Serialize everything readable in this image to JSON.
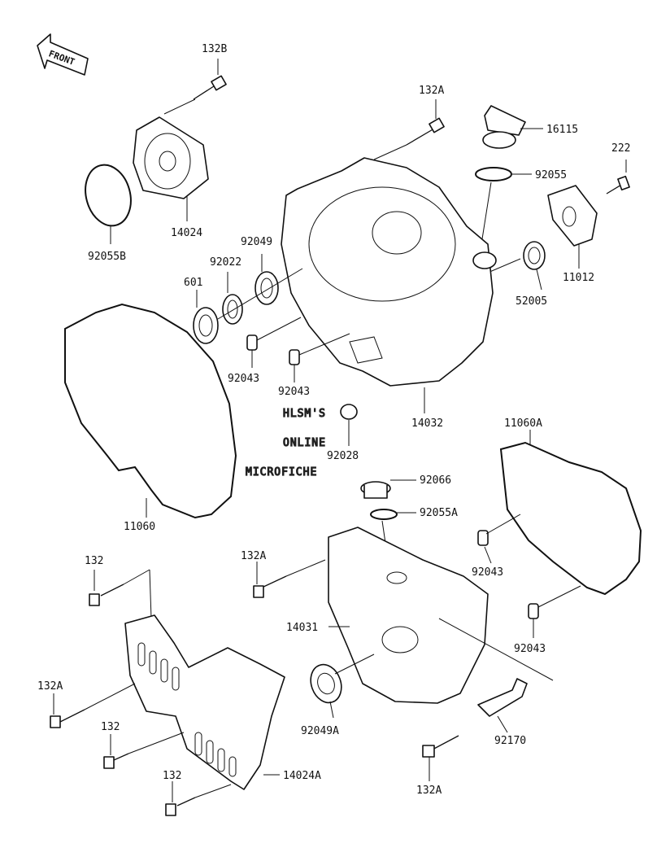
{
  "orientation": {
    "label": "FRONT",
    "icon": "front-arrow-icon"
  },
  "watermark": [
    "HLSM'S",
    "ONLINE",
    "MICROFICHE"
  ],
  "parts": [
    {
      "id": "132B",
      "label": "132B"
    },
    {
      "id": "14024",
      "label": "14024"
    },
    {
      "id": "92055B",
      "label": "92055B"
    },
    {
      "id": "132A-top",
      "label": "132A"
    },
    {
      "id": "16115",
      "label": "16115"
    },
    {
      "id": "92055",
      "label": "92055"
    },
    {
      "id": "222",
      "label": "222"
    },
    {
      "id": "11012",
      "label": "11012"
    },
    {
      "id": "52005",
      "label": "52005"
    },
    {
      "id": "92049",
      "label": "92049"
    },
    {
      "id": "92022",
      "label": "92022"
    },
    {
      "id": "601",
      "label": "601"
    },
    {
      "id": "92043-a",
      "label": "92043"
    },
    {
      "id": "92043-b",
      "label": "92043"
    },
    {
      "id": "14032",
      "label": "14032"
    },
    {
      "id": "92028",
      "label": "92028"
    },
    {
      "id": "11060A",
      "label": "11060A"
    },
    {
      "id": "92066",
      "label": "92066"
    },
    {
      "id": "92055A",
      "label": "92055A"
    },
    {
      "id": "11060",
      "label": "11060"
    },
    {
      "id": "132A-mid",
      "label": "132A"
    },
    {
      "id": "132-a",
      "label": "132"
    },
    {
      "id": "14031",
      "label": "14031"
    },
    {
      "id": "92043-c",
      "label": "92043"
    },
    {
      "id": "92043-d",
      "label": "92043"
    },
    {
      "id": "132A-left",
      "label": "132A"
    },
    {
      "id": "92049A",
      "label": "92049A"
    },
    {
      "id": "132-b",
      "label": "132"
    },
    {
      "id": "92170",
      "label": "92170"
    },
    {
      "id": "132-c",
      "label": "132"
    },
    {
      "id": "14024A",
      "label": "14024A"
    },
    {
      "id": "132A-bottom",
      "label": "132A"
    }
  ]
}
